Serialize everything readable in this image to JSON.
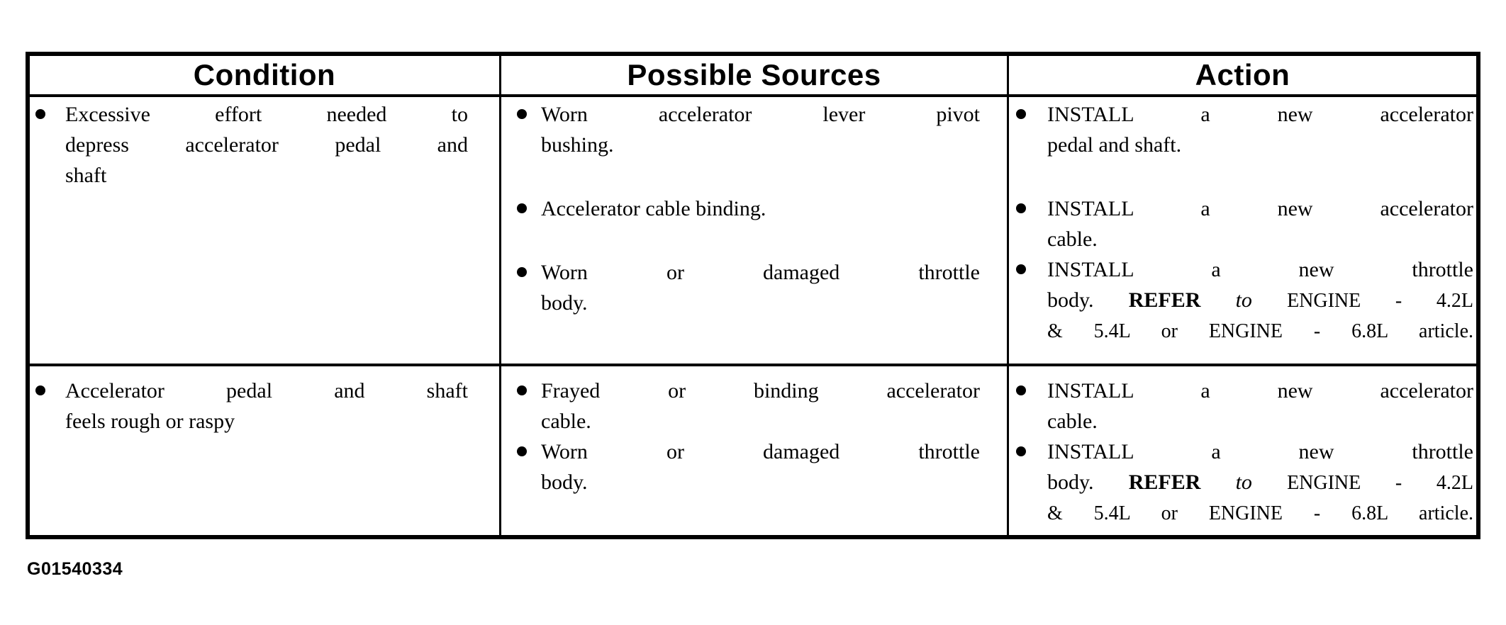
{
  "colors": {
    "background": "#ffffff",
    "text": "#000000",
    "border": "#000000"
  },
  "footer": {
    "figure_id": "G01540334"
  },
  "table": {
    "headers": [
      "Condition",
      "Possible Sources",
      "Action"
    ],
    "rows": [
      {
        "condition": {
          "items": [
            {
              "lines": [
                [
                  {
                    "t": "Excessive effort needed to"
                  }
                ],
                [
                  {
                    "t": "depress accelerator pedal and"
                  }
                ],
                [
                  {
                    "t": "shaft"
                  }
                ]
              ]
            }
          ]
        },
        "sources": {
          "items": [
            {
              "lines": [
                [
                  {
                    "t": "Worn accelerator lever pivot"
                  }
                ],
                [
                  {
                    "t": "bushing."
                  }
                ]
              ]
            },
            {
              "lines": [
                [
                  {
                    "t": "Accelerator cable binding."
                  }
                ]
              ]
            },
            {
              "lines": [
                [
                  {
                    "t": "Worn or damaged throttle"
                  }
                ],
                [
                  {
                    "t": "body."
                  }
                ]
              ]
            }
          ]
        },
        "action": {
          "items": [
            {
              "lines": [
                [
                  {
                    "t": "INSTALL a new accelerator"
                  }
                ],
                [
                  {
                    "t": "pedal and shaft."
                  }
                ]
              ]
            },
            {
              "lines": [
                [
                  {
                    "t": "INSTALL a new accelerator"
                  }
                ],
                [
                  {
                    "t": "cable."
                  }
                ]
              ]
            },
            {
              "lines": [
                [
                  {
                    "t": "INSTALL a new throttle"
                  }
                ],
                [
                  {
                    "t": "body. "
                  },
                  {
                    "t": "REFER",
                    "style": "bold"
                  },
                  {
                    "t": " to ",
                    "style": "italic"
                  },
                  {
                    "t": "ENGINE - 4.2L",
                    "style": "ref"
                  }
                ],
                [
                  {
                    "t": "& 5.4L or ENGINE - 6.8L article.",
                    "style": "ref"
                  }
                ]
              ]
            }
          ]
        }
      },
      {
        "condition": {
          "items": [
            {
              "lines": [
                [
                  {
                    "t": "Accelerator pedal and shaft"
                  }
                ],
                [
                  {
                    "t": "feels rough or raspy"
                  }
                ]
              ]
            }
          ]
        },
        "sources": {
          "items": [
            {
              "lines": [
                [
                  {
                    "t": "Frayed or binding accelerator"
                  }
                ],
                [
                  {
                    "t": "cable."
                  }
                ]
              ]
            },
            {
              "lines": [
                [
                  {
                    "t": "Worn or damaged throttle"
                  }
                ],
                [
                  {
                    "t": "body."
                  }
                ]
              ]
            }
          ]
        },
        "action": {
          "items": [
            {
              "lines": [
                [
                  {
                    "t": "INSTALL a new accelerator"
                  }
                ],
                [
                  {
                    "t": "cable."
                  }
                ]
              ]
            },
            {
              "lines": [
                [
                  {
                    "t": "INSTALL a new throttle"
                  }
                ],
                [
                  {
                    "t": "body. "
                  },
                  {
                    "t": "REFER",
                    "style": "bold"
                  },
                  {
                    "t": " to ",
                    "style": "italic"
                  },
                  {
                    "t": "ENGINE - 4.2L",
                    "style": "ref"
                  }
                ],
                [
                  {
                    "t": "& 5.4L or ENGINE - 6.8L article.",
                    "style": "ref"
                  }
                ]
              ]
            }
          ]
        }
      }
    ]
  }
}
